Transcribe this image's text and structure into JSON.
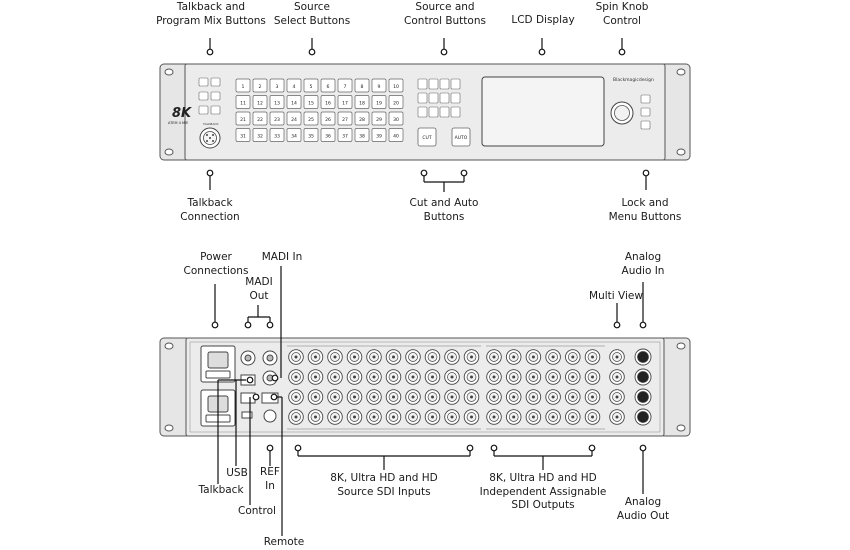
{
  "front_panel": {
    "brand_logo": "8K",
    "brand_sub": "ATEM 4 M/E",
    "manufacturer": "Blackmagicdesign",
    "talkback_label": "TALKBACK",
    "cut_label": "CUT",
    "auto_label": "AUTO",
    "source_select_numbers": [
      "1",
      "2",
      "3",
      "4",
      "5",
      "6",
      "7",
      "8",
      "9",
      "10",
      "11",
      "12",
      "13",
      "14",
      "15",
      "16",
      "17",
      "18",
      "19",
      "20",
      "21",
      "22",
      "23",
      "24",
      "25",
      "26",
      "27",
      "28",
      "29",
      "30",
      "31",
      "32",
      "33",
      "34",
      "35",
      "36",
      "37",
      "38",
      "39",
      "40"
    ],
    "callouts": {
      "talkback_mix": "Talkback and\nProgram Mix Buttons",
      "source_select": "Source\nSelect Buttons",
      "source_control": "Source and\nControl  Buttons",
      "lcd": "LCD Display",
      "spin_knob": "Spin Knob\nControl",
      "talkback_conn": "Talkback\nConnection",
      "cut_auto": "Cut and Auto\nButtons",
      "lock_menu": "Lock and\nMenu Buttons"
    }
  },
  "rear_panel": {
    "callouts": {
      "power": "Power\nConnections",
      "madi_in": "MADI In",
      "madi_out": "MADI\nOut",
      "multi_view": "Multi View",
      "analog_in": "Analog\nAudio In",
      "usb": "USB",
      "talkback": "Talkback",
      "ref_in": "REF\nIn",
      "control": "Control",
      "remote": "Remote",
      "sdi_inputs": "8K, Ultra HD and HD\nSource SDI Inputs",
      "sdi_outputs": "8K, Ultra HD and HD\nIndependent Assignable\nSDI Outputs",
      "analog_out": "Analog\nAudio Out"
    }
  }
}
